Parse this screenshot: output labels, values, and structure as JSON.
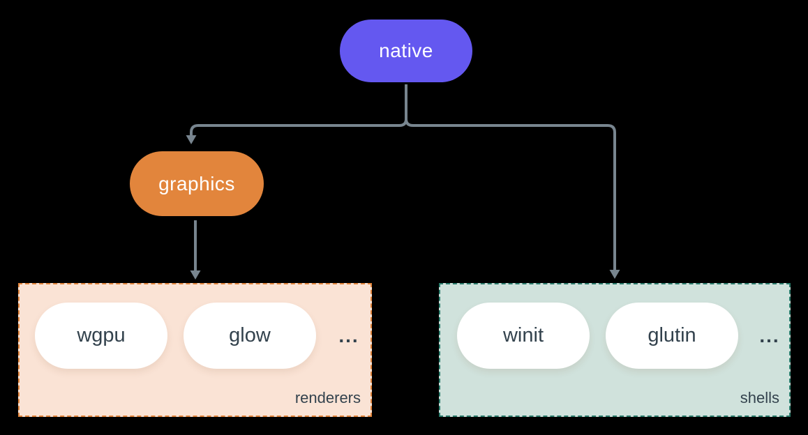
{
  "colors": {
    "background": "#000000",
    "connector": "#78858f",
    "native_bg": "#6458f0",
    "graphics_bg": "#e2853c",
    "node_text": "#ffffff",
    "item_bg": "#ffffff",
    "item_text": "#33424d",
    "renderers_bg": "#fae3d5",
    "renderers_border": "#e2853c",
    "shells_bg": "#d0e2dc",
    "shells_border": "#2b7c6c"
  },
  "nodes": {
    "native": {
      "label": "native"
    },
    "graphics": {
      "label": "graphics"
    }
  },
  "groups": {
    "renderers": {
      "label": "renderers",
      "items": [
        "wgpu",
        "glow"
      ],
      "ellipsis": "..."
    },
    "shells": {
      "label": "shells",
      "items": [
        "winit",
        "glutin"
      ],
      "ellipsis": "..."
    }
  }
}
